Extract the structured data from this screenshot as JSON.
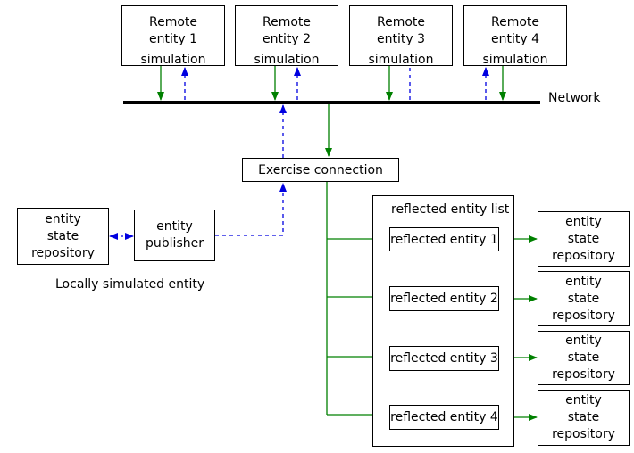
{
  "remote_entities": [
    {
      "name_line1": "Remote",
      "name_line2": "entity 1",
      "sim_label": "simulation"
    },
    {
      "name_line1": "Remote",
      "name_line2": "entity 2",
      "sim_label": "simulation"
    },
    {
      "name_line1": "Remote",
      "name_line2": "entity 3",
      "sim_label": "simulation"
    },
    {
      "name_line1": "Remote",
      "name_line2": "entity 4",
      "sim_label": "simulation"
    }
  ],
  "network_label": "Network",
  "exercise_connection_label": "Exercise connection",
  "local": {
    "repository": {
      "line1": "entity",
      "line2": "state",
      "line3": "repository"
    },
    "publisher": {
      "line1": "entity",
      "line2": "publisher"
    },
    "caption": "Locally simulated entity"
  },
  "reflected": {
    "list_label": "reflected entity list",
    "entities": [
      "reflected entity 1",
      "reflected entity 2",
      "reflected entity 3",
      "reflected entity 4"
    ],
    "repositories": [
      {
        "line1": "entity",
        "line2": "state",
        "line3": "repository"
      },
      {
        "line1": "entity",
        "line2": "state",
        "line3": "repository"
      },
      {
        "line1": "entity",
        "line2": "state",
        "line3": "repository"
      },
      {
        "line1": "entity",
        "line2": "state",
        "line3": "repository"
      }
    ]
  },
  "colors": {
    "line": "#000000",
    "solid_arrow": "#008000",
    "dashed_arrow": "#0000e0"
  }
}
